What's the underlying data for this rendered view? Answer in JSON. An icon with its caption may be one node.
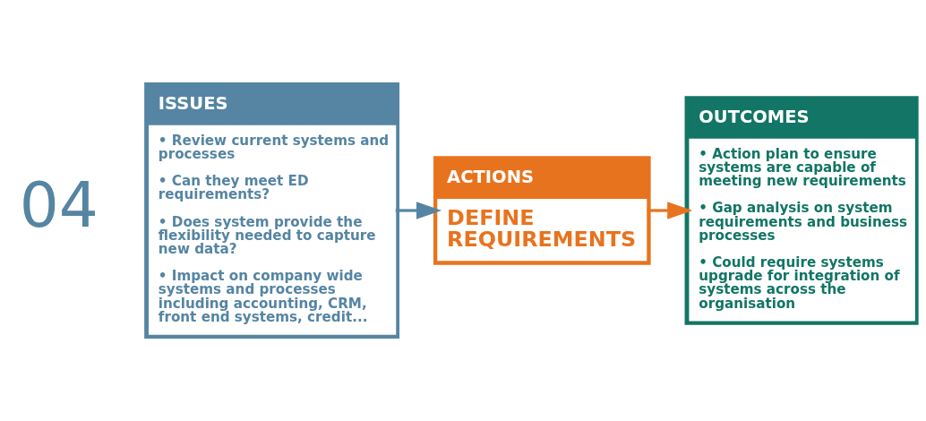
{
  "diagram": {
    "nodes": [
      {
        "text": [
          "ISSUES",
          "• Review current systems and processes",
          "• Can they meet ED requirements?",
          "• Does system provide the flexibility needed to capture new data?",
          "• Impact on company wide systems and processes including accounting, CRM, front end systems, credit..."
        ]
      },
      {
        "text": [
          "ACTIONS",
          "DEFINE REQUIREMENTS"
        ]
      },
      {
        "text": [
          "OUTCOMES",
          "• Action plan to ensure systems are capable of meeting new requirements",
          "• Gap analysis on system requirements and business processes",
          "• Could require systems upgrade for integration of systems across the organisation"
        ]
      }
    ],
    "edges": [
      {
        "from": 0,
        "to": 1,
        "arrow": "to",
        "color": "#5585a3"
      },
      {
        "from": 1,
        "to": 2,
        "arrow": "to",
        "color": "#e8731e"
      }
    ],
    "labels": [
      "04"
    ]
  }
}
